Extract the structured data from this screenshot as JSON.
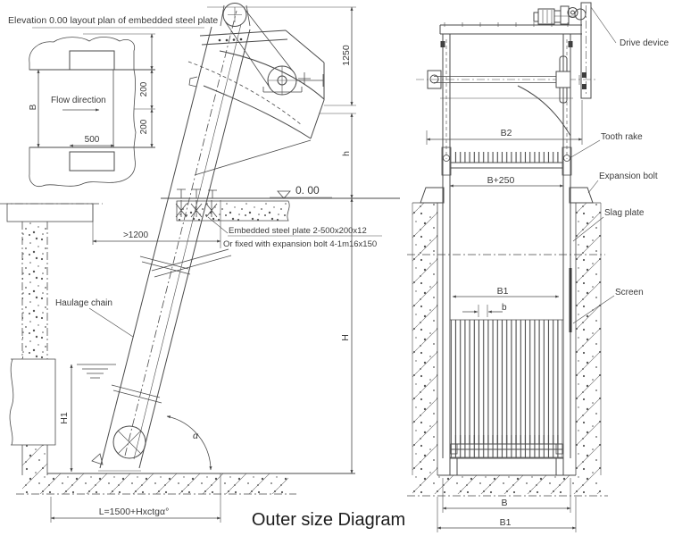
{
  "window": {
    "title": "Outer size Diagram"
  },
  "left_view": {
    "plan_title": "Elevation 0.00 layout plan of embedded steel plate",
    "flow_direction": "Flow direction",
    "haulage_chain": "Haulage chain",
    "note_line1": "Embedded steel plate 2-500x200x12",
    "note_line2": "Or fixed with expansion bolt 4-1m16x150",
    "level_mark": "0. 00",
    "dims": {
      "width_b": "B",
      "plate_width": "500",
      "offset_upper": "200",
      "offset_lower": "200",
      "head_height": "1250",
      "discharge_height": "h",
      "depth": "H",
      "water_depth": "H1",
      "clearance": ">1200",
      "length_formula": "L=1500+Hxctgα°",
      "install_angle": "α"
    }
  },
  "right_view": {
    "labels": {
      "drive_device": "Drive device",
      "tooth_rake": "Tooth rake",
      "expansion_bolt": "Expansion bolt",
      "slag_plate": "Slag plate",
      "screen": "Screen"
    },
    "dims": {
      "overall_width": "B2",
      "frame_width": "B+250",
      "screen_width": "B1",
      "bar_gap": "b",
      "channel_width": "B",
      "bottom_width": "B1"
    }
  }
}
